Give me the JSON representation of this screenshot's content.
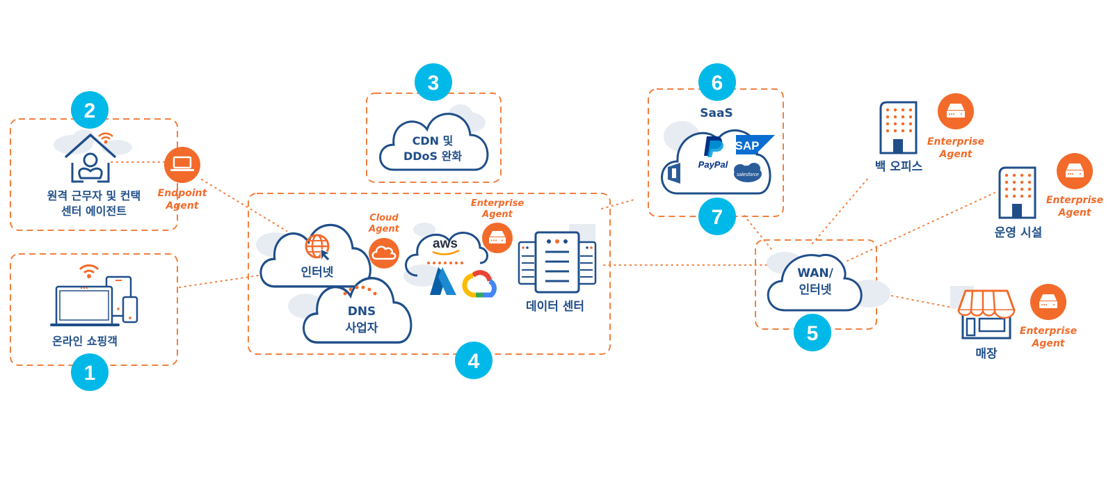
{
  "colors": {
    "badge": "#00b9e8",
    "agent_orange": "#f26b2a",
    "zone_dash": "#f27f3d",
    "navy": "#1f4e89",
    "bg_cloud": "#e7ecf3"
  },
  "zones": [
    {
      "id": 1,
      "badge": "1",
      "label": "온라인 쇼핑객",
      "icon": "devices-icon"
    },
    {
      "id": 2,
      "badge": "2",
      "label_line1": "원격 근무자 및 컨택",
      "label_line2": "센터 에이전트",
      "icon": "home-worker-icon"
    },
    {
      "id": 3,
      "badge": "3",
      "label_line1": "CDN 및",
      "label_line2": "DDoS 완화",
      "icon": "cloud-icon"
    },
    {
      "id": 4,
      "badge": "4",
      "internet_label": "인터넷",
      "dns_line1": "DNS",
      "dns_line2": "사업자",
      "aws_label": "aws",
      "datacenter_label": "데이터 센터"
    },
    {
      "id": 5,
      "badge": "5",
      "label_line1": "WAN/",
      "label_line2": "인터넷"
    },
    {
      "id": 6,
      "badge": "6",
      "label": "SaaS",
      "logos": [
        "PayPal",
        "SAP",
        "Office",
        "salesforce"
      ]
    },
    {
      "id": 7,
      "badge": "7"
    }
  ],
  "agents": {
    "endpoint": {
      "line1": "Endpoint",
      "line2": "Agent",
      "icon": "laptop-icon"
    },
    "cloud": {
      "line1": "Cloud",
      "line2": "Agent",
      "icon": "cloud-icon"
    },
    "enterprise_dc": {
      "line1": "Enterprise",
      "line2": "Agent",
      "icon": "server-icon"
    },
    "enterprise_backoffice": {
      "line1": "Enterprise",
      "line2": "Agent",
      "icon": "server-icon"
    },
    "enterprise_ops": {
      "line1": "Enterprise",
      "line2": "Agent",
      "icon": "server-icon"
    },
    "enterprise_store": {
      "line1": "Enterprise",
      "line2": "Agent",
      "icon": "server-icon"
    }
  },
  "sites": {
    "back_office": "백 오피스",
    "operations": "운영 시설",
    "store": "매장"
  },
  "saas_logos": {
    "paypal": "PayPal",
    "sap": "SAP",
    "salesforce": "salesforce"
  }
}
